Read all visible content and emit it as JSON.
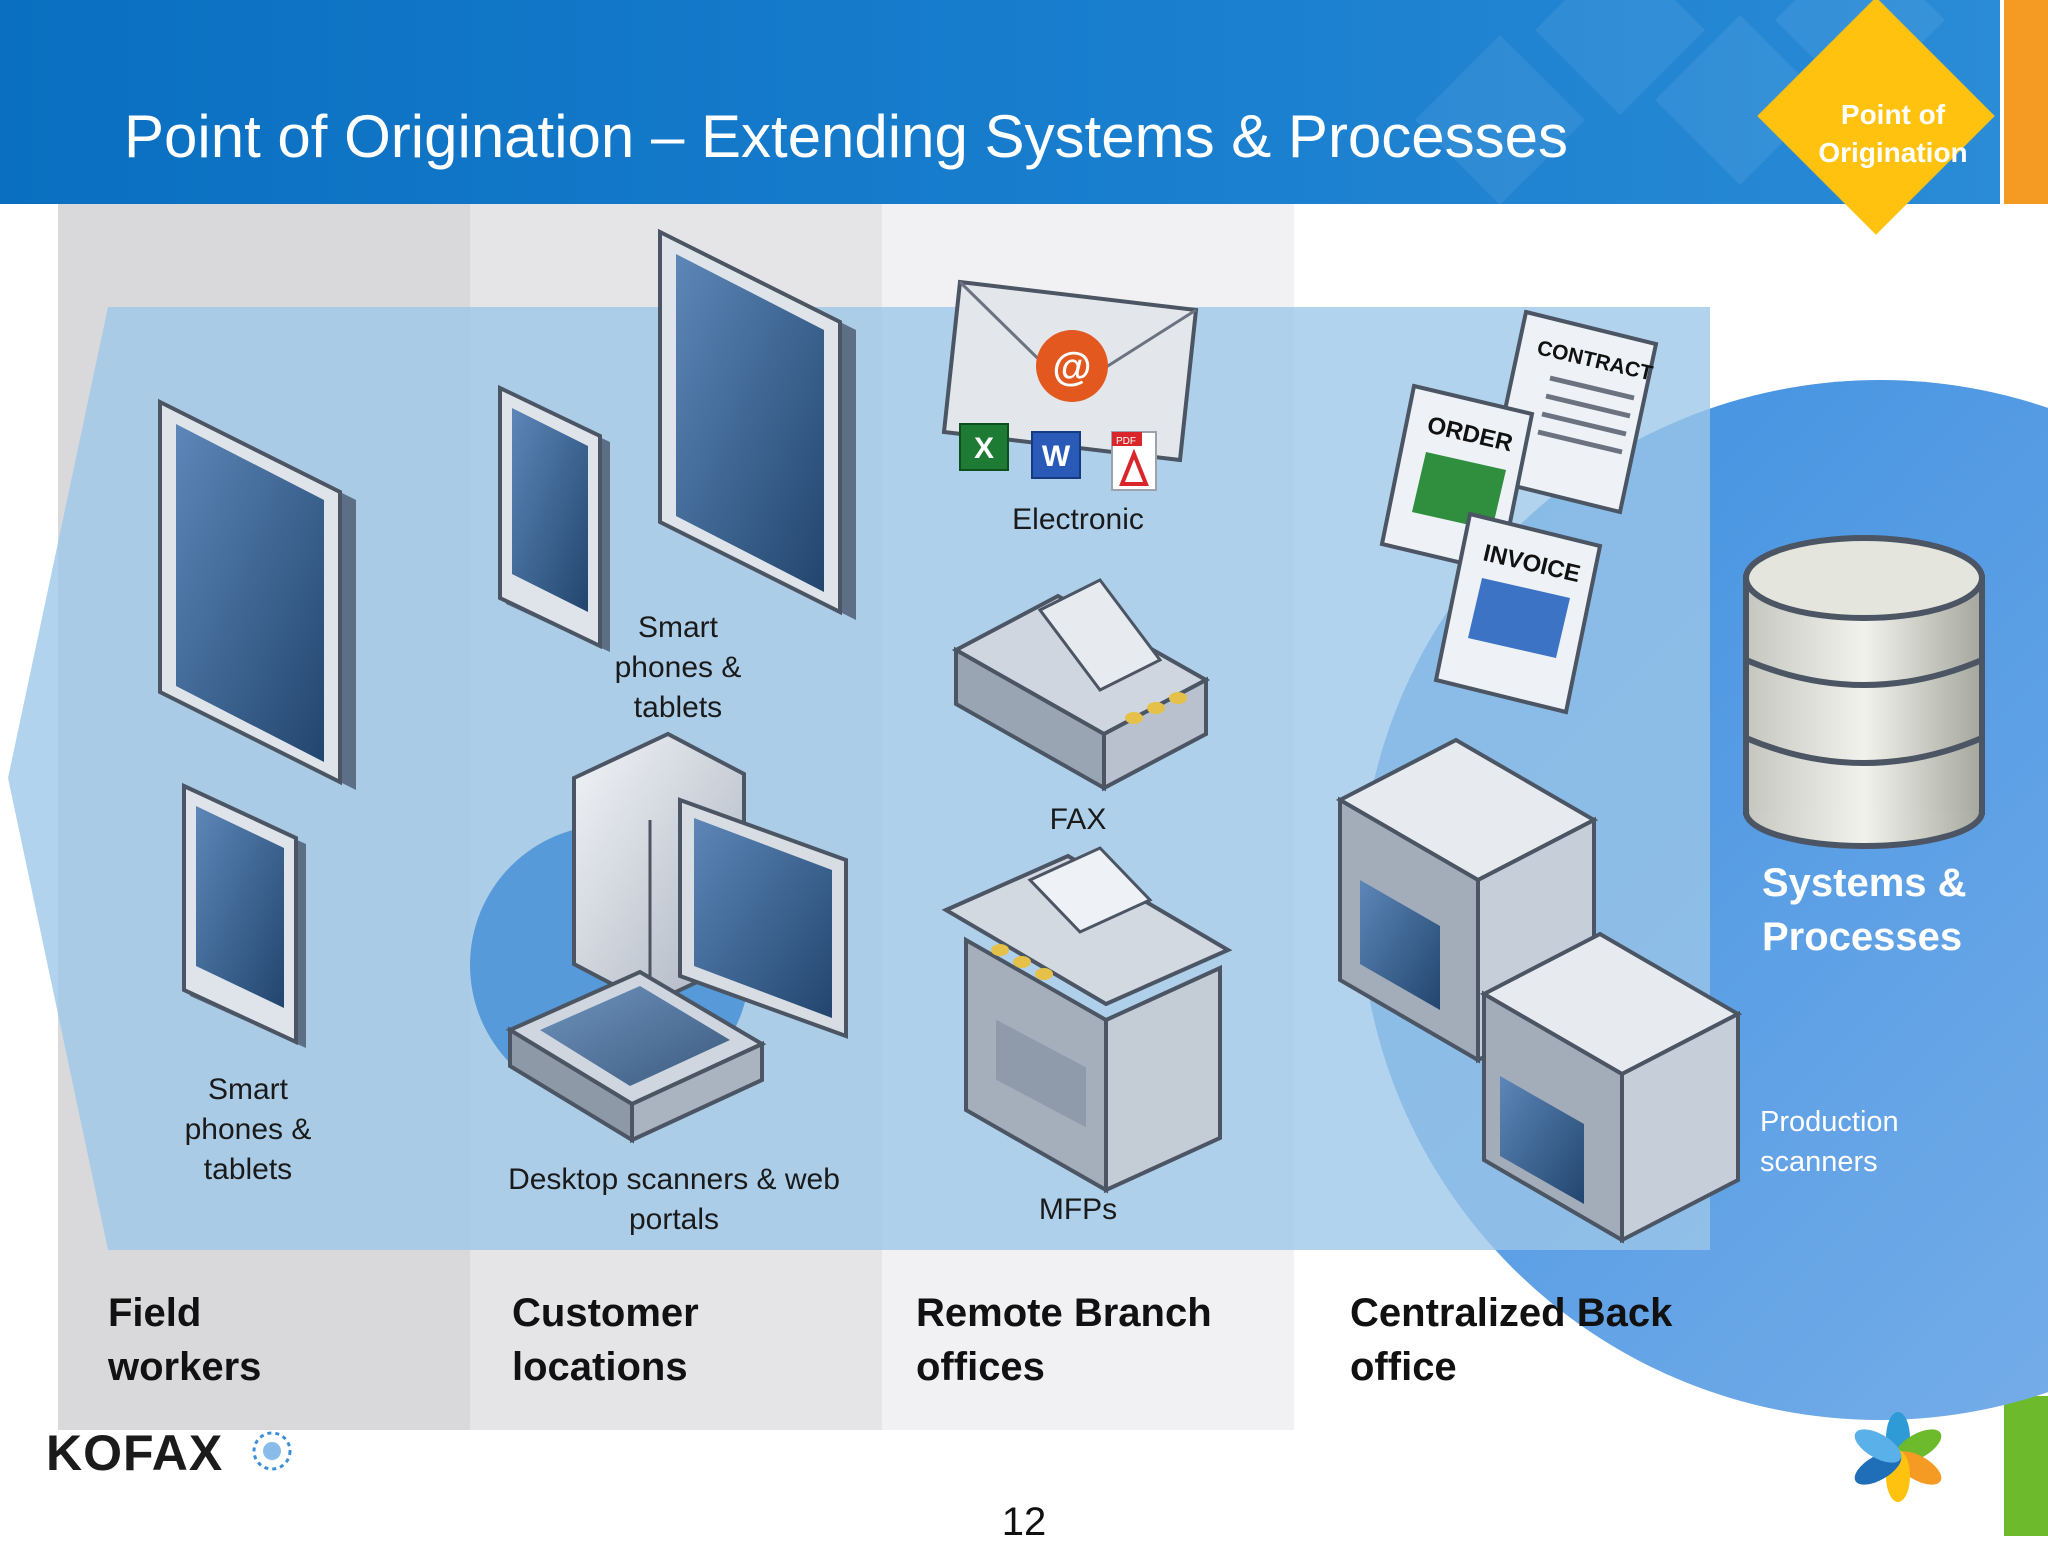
{
  "header": {
    "title": "Point of Origination – Extending Systems & Processes"
  },
  "badge": {
    "line1": "Point of",
    "line2": "Origination"
  },
  "columns": [
    {
      "heading_line1": "Field",
      "heading_line2": "workers"
    },
    {
      "heading_line1": "Customer",
      "heading_line2": "locations"
    },
    {
      "heading_line1": "Remote Branch",
      "heading_line2": "offices"
    },
    {
      "heading_line1": "Centralized Back",
      "heading_line2": "office"
    }
  ],
  "labels": {
    "field_devices_1": "Smart",
    "field_devices_2": "phones &",
    "field_devices_3": "tablets",
    "customer_devices_1": "Smart",
    "customer_devices_2": "phones &",
    "customer_devices_3": "tablets",
    "desktop_1": "Desktop scanners & web",
    "desktop_2": "portals",
    "electronic": "Electronic",
    "fax": "FAX",
    "mfps": "MFPs",
    "systems_1": "Systems &",
    "systems_2": "Processes",
    "production_1": "Production",
    "production_2": "scanners"
  },
  "documents": {
    "contract": "CONTRACT",
    "order": "ORDER",
    "invoice": "INVOICE",
    "pdf": "PDF"
  },
  "logo": {
    "text": "KOFAX"
  },
  "footer": {
    "page_number": "12"
  },
  "colors": {
    "header_blue": "#0a6fc0",
    "badge_yellow": "#ffc20e",
    "accent_orange": "#f59a23",
    "accent_green": "#6dbb2c",
    "band_blue": "#9cc6e8",
    "circle_blue": "#4e97e0"
  },
  "icons": [
    "tablet-icon",
    "smartphone-icon",
    "desktop-computer-icon",
    "flatbed-scanner-icon",
    "email-icon",
    "excel-icon",
    "word-icon",
    "pdf-icon",
    "fax-icon",
    "mfp-icon",
    "production-scanner-icon",
    "database-icon",
    "document-icon",
    "pinwheel-logo-icon"
  ]
}
